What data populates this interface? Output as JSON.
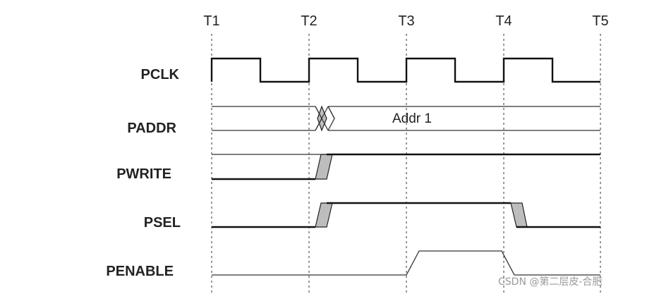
{
  "time_markers": [
    "T1",
    "T2",
    "T3",
    "T4",
    "T5"
  ],
  "signals": {
    "pclk": "PCLK",
    "paddr": "PADDR",
    "pwrite": "PWRITE",
    "psel": "PSEL",
    "penable": "PENABLE"
  },
  "paddr_value": "Addr 1",
  "watermark": "CSDN @第二层皮-合肥",
  "colors": {
    "line": "#111111",
    "transition_fill": "#bdbdbd",
    "background": "#ffffff"
  }
}
